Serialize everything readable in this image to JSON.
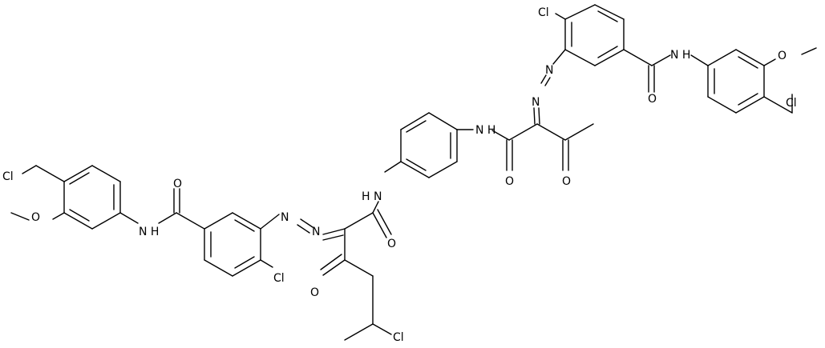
{
  "molecule": {
    "labels": {
      "cl_top_ring": "Cl",
      "n_azo_top_1": "N",
      "n_azo_top_2": "N",
      "nh_amide_top_right": "N H",
      "o_amide_top_right": "O",
      "o_methoxy_top_right": "O",
      "cl_chloromethyl_top_right": "Cl",
      "nh_amide_center": "N H",
      "o_amide_center": "O",
      "o_ketone_top": "O",
      "nh_amide_left_center": "H N",
      "o_amide_left_center": "O",
      "n_azo_bottom_1": "N",
      "n_azo_bottom_2": "N",
      "cl_bottom_ring": "Cl",
      "o_ketone_bottom": "O",
      "cl_sidechain": "Cl",
      "o_amide_far_left": "O",
      "nh_amide_far_left": "N H",
      "cl_chloromethyl_left": "Cl",
      "o_methoxy_left": "O"
    },
    "colors": {
      "bond": "#000000",
      "label": "#000000",
      "background": "#ffffff"
    }
  }
}
